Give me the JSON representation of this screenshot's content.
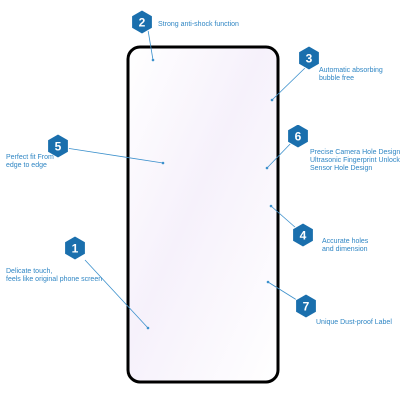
{
  "features": [
    {
      "number": "1",
      "lines": [
        "Delicate touch,",
        "feels like original phone screen"
      ]
    },
    {
      "number": "2",
      "lines": [
        "Strong anti-shock function"
      ]
    },
    {
      "number": "3",
      "lines": [
        "Automatic absorbing",
        "bubble free"
      ]
    },
    {
      "number": "4",
      "lines": [
        "Accurate holes",
        "and dimension"
      ]
    },
    {
      "number": "5",
      "lines": [
        "Perfect fit From",
        "edge to edge"
      ]
    },
    {
      "number": "6",
      "lines": [
        "Precise Camera Hole Design",
        "Ultrasonic Fingerprint Unlock",
        "Sensor Hole Design"
      ]
    },
    {
      "number": "7",
      "lines": [
        "Unique Dust-proof Label"
      ]
    }
  ],
  "colors": {
    "badge": "#1a6fad",
    "text": "#2f86c4",
    "leader": "#3b90cc",
    "frame": "#000000"
  }
}
